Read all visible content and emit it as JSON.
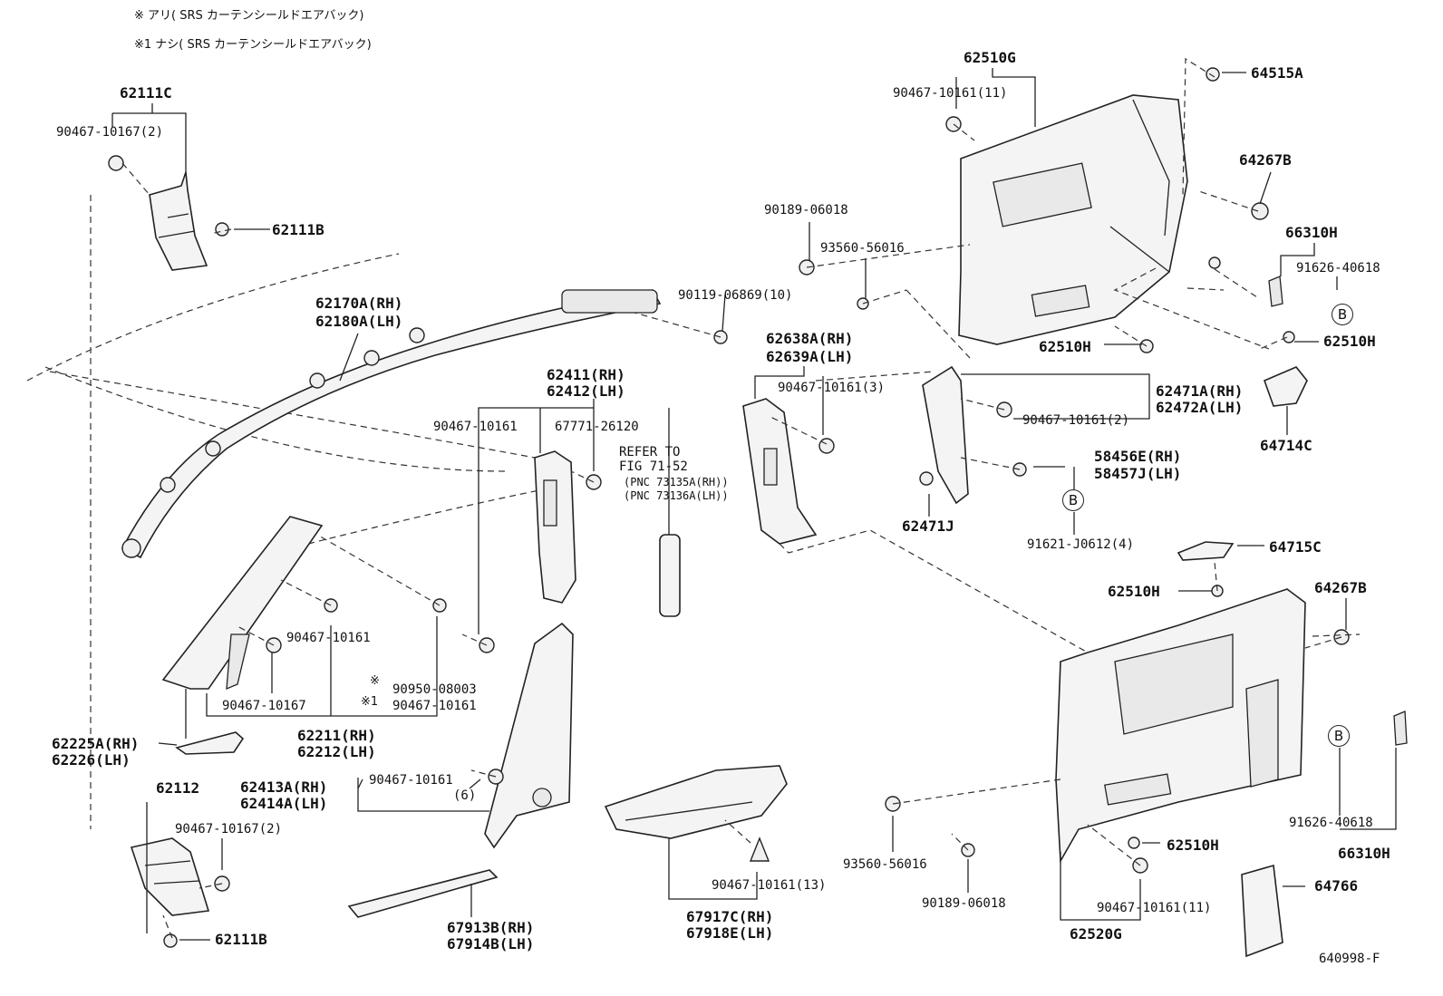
{
  "notes": {
    "note1": "※ アリ( SRS カーテンシールドエアバック)",
    "note2": "※1 ナシ( SRS カーテンシールドエアバック)"
  },
  "labels": {
    "p62111C": "62111C",
    "p90467_10167_2a": "90467-10167(2)",
    "p62111B_a": "62111B",
    "p62170A": "62170A(RH)",
    "p62180A": "62180A(LH)",
    "p62510G": "62510G",
    "p90467_10161_11a": "90467-10161(11)",
    "p64515A": "64515A",
    "p64267B_a": "64267B",
    "p66310H_a": "66310H",
    "p91626_40618_a": "91626-40618",
    "p62510H_a": "62510H",
    "p62510H_b": "62510H",
    "p90189_06018_a": "90189-06018",
    "p93560_56016_a": "93560-56016",
    "p90119_06869": "90119-06869(10)",
    "p62638A": "62638A(RH)",
    "p62639A": "62639A(LH)",
    "p90467_10161_3": "90467-10161(3)",
    "p62471A": "62471A(RH)",
    "p62472A": "62472A(LH)",
    "p90467_10161_2": "90467-10161(2)",
    "p64714C": "64714C",
    "p58456E": "58456E(RH)",
    "p58457J": "58457J(LH)",
    "p62471J": "62471J",
    "p91621_J0612": "91621-J0612(4)",
    "p62411": "62411(RH)",
    "p62412": "62412(LH)",
    "p90467_10161_b": "90467-10161",
    "p67771_26120": "67771-26120",
    "refer1": "REFER TO",
    "refer2": "FIG 71-52",
    "refer3": "(PNC 73135A(RH))",
    "refer4": "(PNC 73136A(LH))",
    "p64715C": "64715C",
    "p62510H_c": "62510H",
    "p64267B_b": "64267B",
    "p90467_10161_c": "90467-10161",
    "p90467_10167_b": "90467-10167",
    "p90950_08003": "90950-08003",
    "p90467_10161_d": "90467-10161",
    "mark1": "※",
    "mark2": "※1",
    "p62211": "62211(RH)",
    "p62212": "62212(LH)",
    "p62225A": "62225A(RH)",
    "p62226": "62226(LH)",
    "p62413A": "62413A(RH)",
    "p62414A": "62414A(LH)",
    "p90467_10161_6a": "90467-10161",
    "p90467_10161_6b": "(6)",
    "p62112": "62112",
    "p90467_10167_2b": "90467-10167(2)",
    "p62111B_b": "62111B",
    "p67913B": "67913B(RH)",
    "p67914B": "67914B(LH)",
    "p90467_10161_13": "90467-10161(13)",
    "p67917C": "67917C(RH)",
    "p67918E": "67918E(LH)",
    "p93560_56016_b": "93560-56016",
    "p90189_06018_b": "90189-06018",
    "p90467_10161_11b": "90467-10161(11)",
    "p62520G": "62520G",
    "p62510H_d": "62510H",
    "p91626_40618_b": "91626-40618",
    "p66310H_b": "66310H",
    "p64766": "64766",
    "code": "640998-F",
    "bubbleB": "B"
  }
}
